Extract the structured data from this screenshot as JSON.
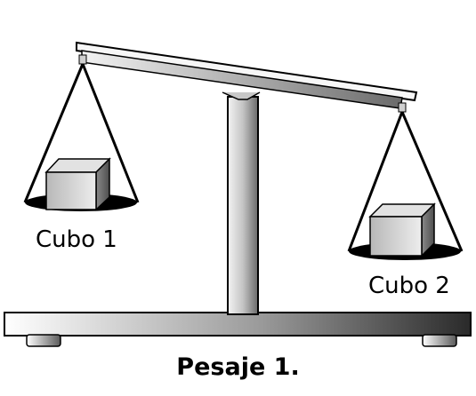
{
  "diagram": {
    "left_label": "Cubo 1",
    "right_label": "Cubo 2",
    "caption": "Pesaje 1."
  }
}
